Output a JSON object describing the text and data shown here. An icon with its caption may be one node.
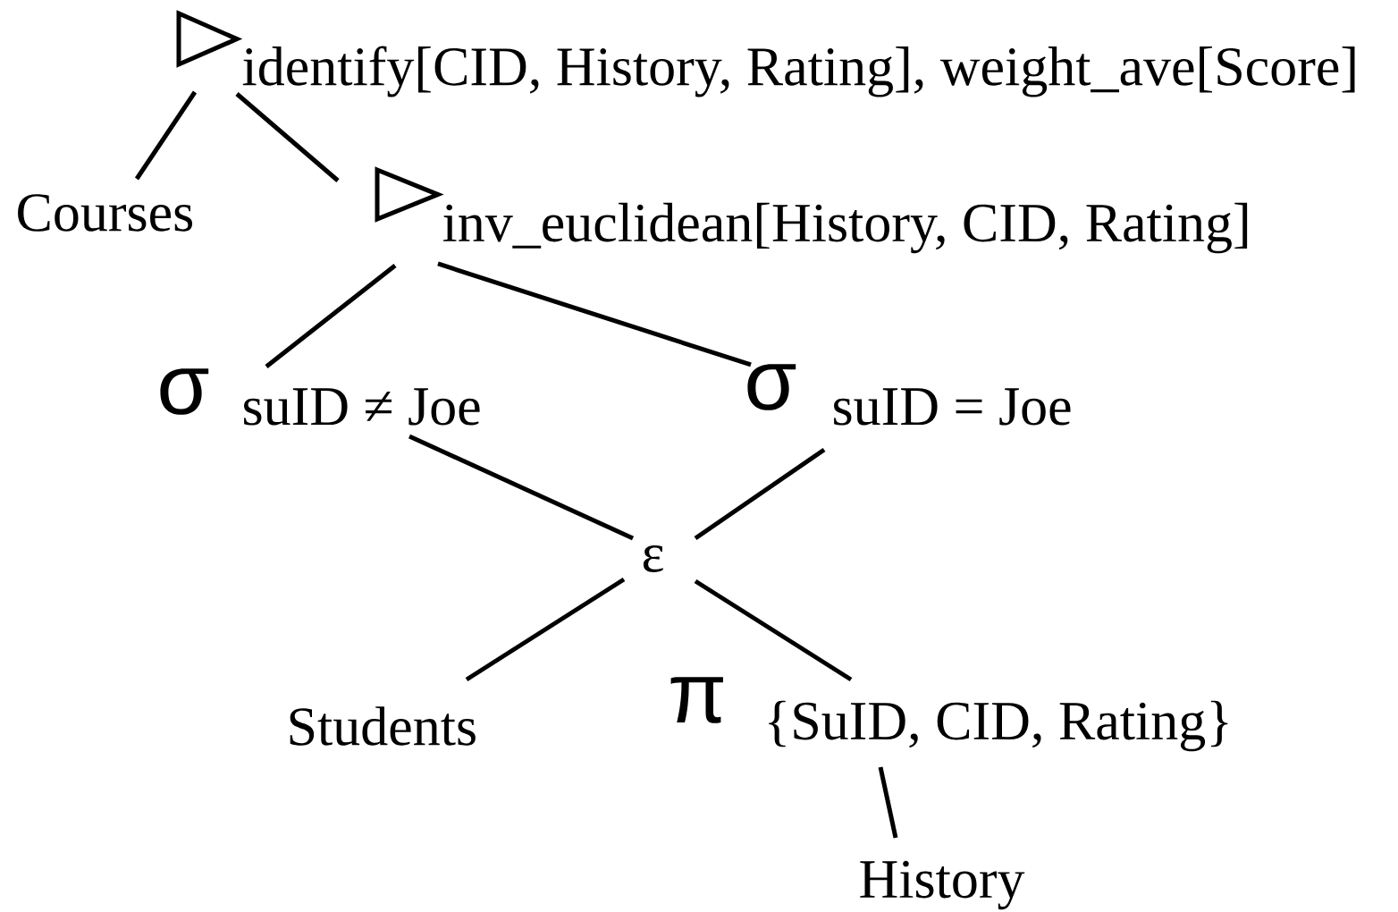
{
  "diagram": {
    "nodes": [
      {
        "text": [
          "identify[CID, History, Rating], weight_ave[Score]"
        ]
      },
      {
        "text": [
          "Courses"
        ]
      },
      {
        "text": [
          "inv_euclidean[History, CID, Rating]"
        ]
      },
      {
        "text": [
          "σ",
          "suID ≠ Joe"
        ]
      },
      {
        "text": [
          "σ",
          "suID = Joe"
        ]
      },
      {
        "text": [
          "ε"
        ]
      },
      {
        "text": [
          "Students"
        ]
      },
      {
        "text": [
          "π",
          "{SuID, CID, Rating}"
        ]
      },
      {
        "text": [
          "History"
        ]
      }
    ],
    "edges": [
      {
        "from": 0,
        "to": 1,
        "arrow": "none"
      },
      {
        "from": 0,
        "to": 2,
        "arrow": "none"
      },
      {
        "from": 2,
        "to": 3,
        "arrow": "none"
      },
      {
        "from": 2,
        "to": 4,
        "arrow": "none"
      },
      {
        "from": 3,
        "to": 5,
        "arrow": "none"
      },
      {
        "from": 4,
        "to": 5,
        "arrow": "none"
      },
      {
        "from": 5,
        "to": 6,
        "arrow": "none"
      },
      {
        "from": 5,
        "to": 7,
        "arrow": "none"
      },
      {
        "from": 7,
        "to": 8,
        "arrow": "none"
      }
    ]
  }
}
